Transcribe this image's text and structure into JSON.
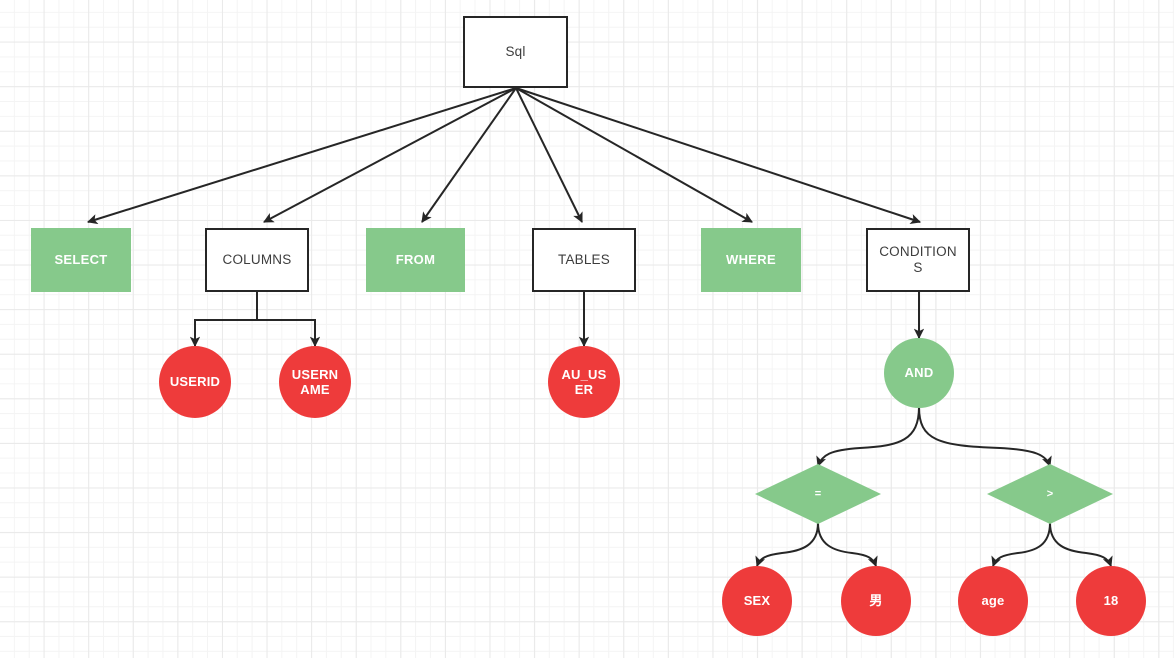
{
  "diagram": {
    "title": "SQL parse tree",
    "colors": {
      "green": "#86c98b",
      "red": "#ee3b3b",
      "stroke": "#262626",
      "text_dark": "#3d3d3d",
      "text_light": "#ffffff",
      "background": "#ffffff",
      "grid_minor": "#f4f4f4",
      "grid_major": "#e9e9e9"
    },
    "nodes": {
      "root": {
        "label": "Sql",
        "shape": "rectangle",
        "fill": "white"
      },
      "select": {
        "label": "SELECT",
        "shape": "rectangle",
        "fill": "green"
      },
      "columns": {
        "label": "COLUMNS",
        "shape": "rectangle",
        "fill": "white"
      },
      "from": {
        "label": "FROM",
        "shape": "rectangle",
        "fill": "green"
      },
      "tables": {
        "label": "TABLES",
        "shape": "rectangle",
        "fill": "white"
      },
      "where": {
        "label": "WHERE",
        "shape": "rectangle",
        "fill": "green"
      },
      "conditions": {
        "label_line1": "CONDITION",
        "label_line2": "S",
        "label": "CONDITIONS",
        "shape": "rectangle",
        "fill": "white"
      },
      "userid": {
        "label": "USERID",
        "shape": "circle",
        "fill": "red"
      },
      "username": {
        "label_line1": "USERN",
        "label_line2": "AME",
        "label": "USERNAME",
        "shape": "circle",
        "fill": "red"
      },
      "au_user": {
        "label_line1": "AU_US",
        "label_line2": "ER",
        "label": "AU_USER",
        "shape": "circle",
        "fill": "red"
      },
      "and": {
        "label": "AND",
        "shape": "circle",
        "fill": "green"
      },
      "eq": {
        "label": "=",
        "shape": "diamond",
        "fill": "green"
      },
      "gt": {
        "label": ">",
        "shape": "diamond",
        "fill": "green"
      },
      "sex": {
        "label": "SEX",
        "shape": "circle",
        "fill": "red"
      },
      "male": {
        "label": "男",
        "shape": "circle",
        "fill": "red"
      },
      "age": {
        "label": "age",
        "shape": "circle",
        "fill": "red"
      },
      "eighteen": {
        "label": "18",
        "shape": "circle",
        "fill": "red"
      }
    },
    "edges": [
      {
        "from": "root",
        "to": "select"
      },
      {
        "from": "root",
        "to": "columns"
      },
      {
        "from": "root",
        "to": "from"
      },
      {
        "from": "root",
        "to": "tables"
      },
      {
        "from": "root",
        "to": "where"
      },
      {
        "from": "root",
        "to": "conditions"
      },
      {
        "from": "columns",
        "to": "userid"
      },
      {
        "from": "columns",
        "to": "username"
      },
      {
        "from": "tables",
        "to": "au_user"
      },
      {
        "from": "conditions",
        "to": "and"
      },
      {
        "from": "and",
        "to": "eq"
      },
      {
        "from": "and",
        "to": "gt"
      },
      {
        "from": "eq",
        "to": "sex"
      },
      {
        "from": "eq",
        "to": "male"
      },
      {
        "from": "gt",
        "to": "age"
      },
      {
        "from": "gt",
        "to": "eighteen"
      }
    ]
  }
}
